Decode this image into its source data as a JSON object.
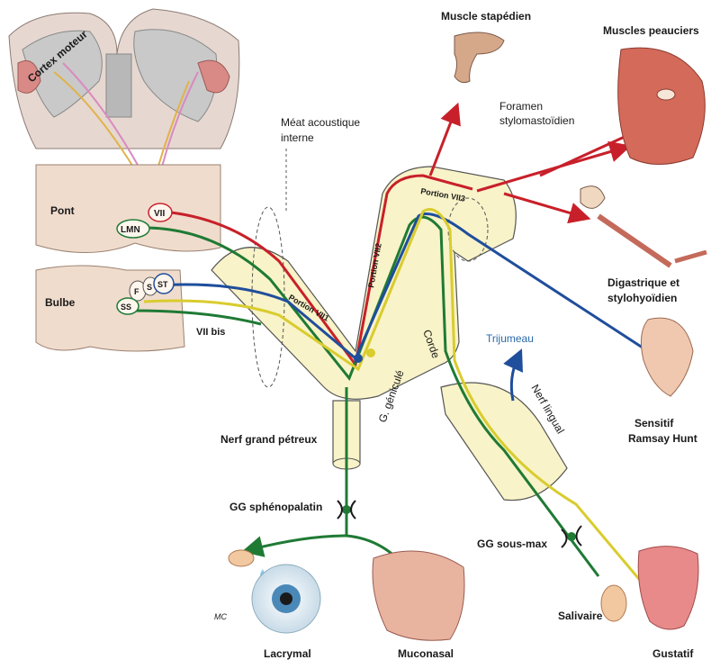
{
  "labels": {
    "cortex": "Cortex moteur",
    "pont": "Pont",
    "bulbe": "Bulbe",
    "vii": "VII",
    "lmn": "LMN",
    "f": "F",
    "s": "S",
    "st": "ST",
    "ss": "SS",
    "vii_bis": "VII bis",
    "meat_1": "Méat acoustique",
    "meat_2": "interne",
    "portion1": "Portion VII1",
    "portion2": "Portion VII2",
    "portion3": "Portion VII3",
    "foramen_1": "Foramen",
    "foramen_2": "stylomastoïdien",
    "muscle_stapedien": "Muscle stapédien",
    "muscles_peauciers": "Muscles peauciers",
    "digastrique_1": "Digastrique et",
    "digastrique_2": "stylohyoïdien",
    "sensitif_1": "Sensitif",
    "sensitif_2": "Ramsay Hunt",
    "g_genicule": "G. géniculé",
    "corde": "Corde",
    "trijumeau": "Trijumeau",
    "nerf_lingual": "Nerf lingual",
    "nerf_grand_petreux": "Nerf grand pétreux",
    "gg_sphenopalatin": "GG sphénopalatin",
    "gg_sous_max": "GG sous-max",
    "salivaire": "Salivaire",
    "gustatif": "Gustatif",
    "lacrymal": "Lacrymal",
    "muconasal": "Muconasal",
    "signature": "MC"
  },
  "colors": {
    "motor": "#c8202a",
    "parasympathetic": "#1f7a34",
    "sensory": "#1f4e9c",
    "taste": "#d9cc2e",
    "canal": "#f8f3c8",
    "canal_edge": "#555555",
    "brain_tissue": "#e8cfc2",
    "text": "#1a1a1a",
    "trijumeau_text": "#2a6aa8"
  }
}
